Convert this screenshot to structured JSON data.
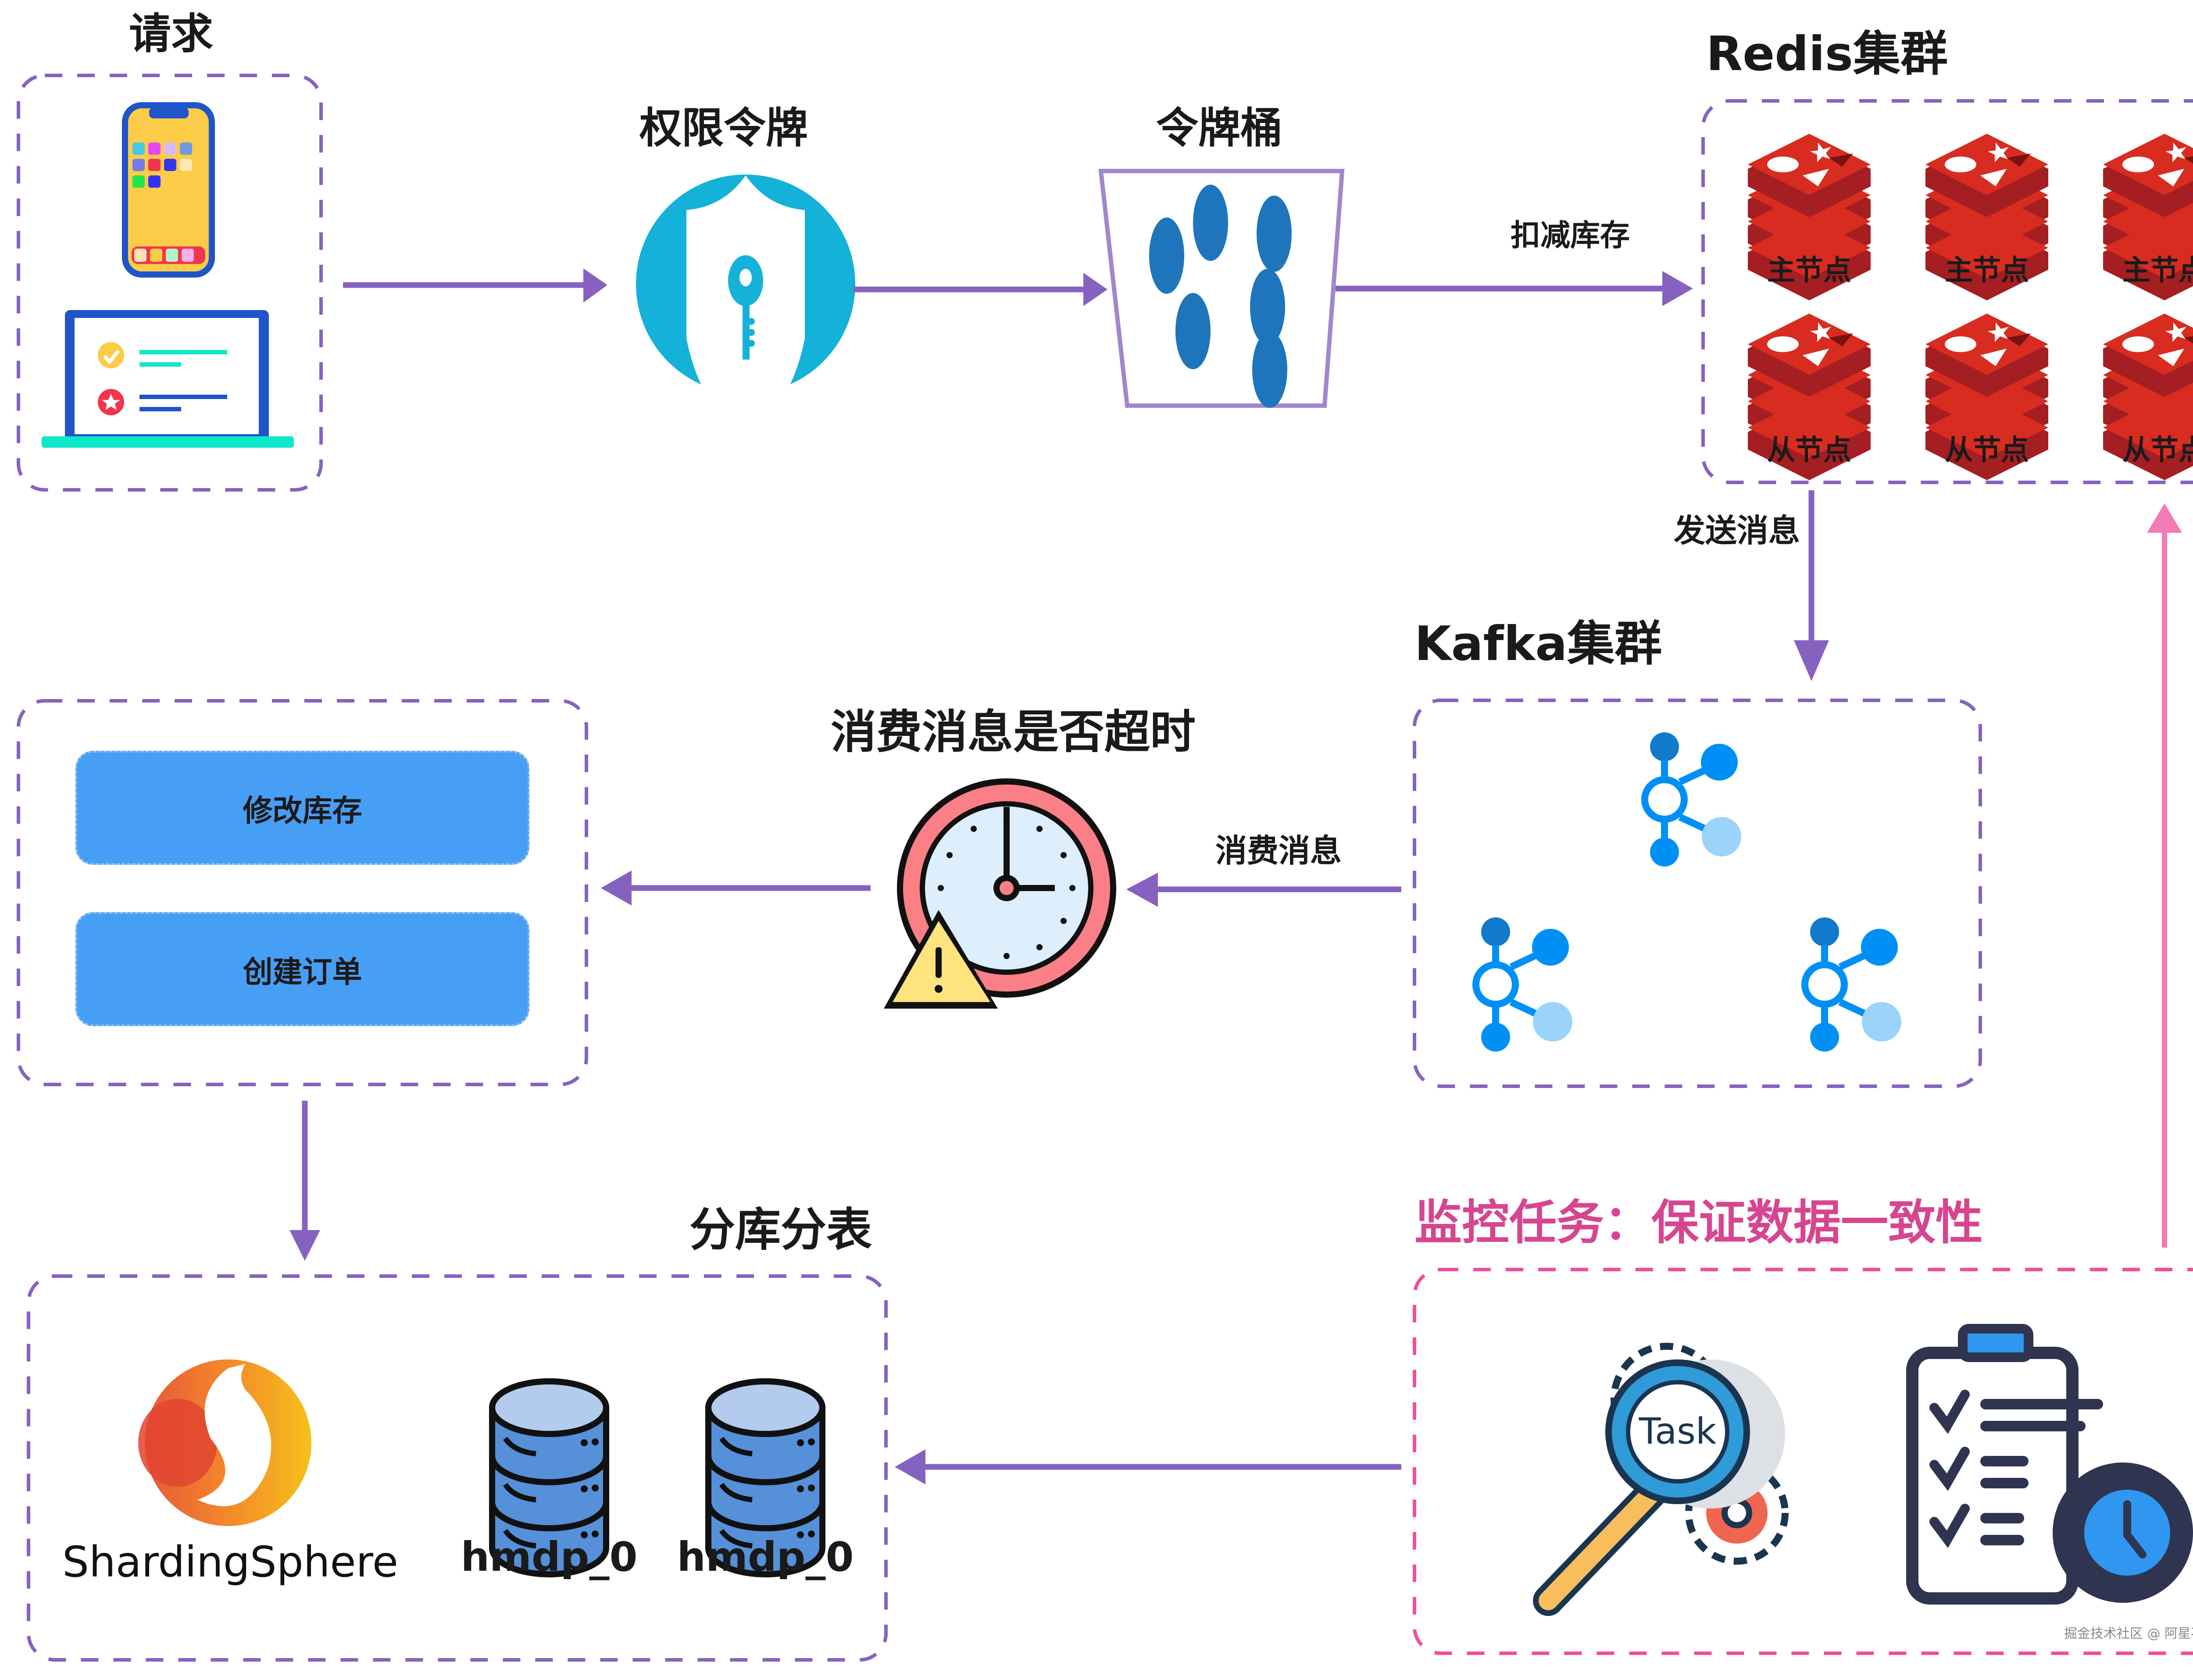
{
  "sections": {
    "request": {
      "title": "请求"
    },
    "auth_token": {
      "title": "权限令牌"
    },
    "token_bucket": {
      "title": "令牌桶"
    },
    "redis": {
      "title": "Redis集群",
      "nodes": [
        {
          "label": "主节点"
        },
        {
          "label": "主节点"
        },
        {
          "label": "主节点"
        },
        {
          "label": "从节点"
        },
        {
          "label": "从节点"
        },
        {
          "label": "从节点"
        }
      ]
    },
    "kafka": {
      "title": "Kafka集群"
    },
    "timeout_check": {
      "title": "消费消息是否超时"
    },
    "order_ops": {
      "buttons": [
        {
          "label": "修改库存"
        },
        {
          "label": "创建订单"
        }
      ]
    },
    "sharding": {
      "title": "分库分表",
      "logo_text": "ShardingSphere",
      "databases": [
        {
          "label": "hmdp_0"
        },
        {
          "label": "hmdp_0"
        }
      ]
    },
    "monitor": {
      "title": "监控任务：保证数据一致性",
      "magnifier_text": "Task"
    }
  },
  "edges": {
    "deduct_stock": "扣减库存",
    "send_message": "发送消息",
    "consume_message": "消费消息"
  },
  "colors": {
    "purple": "#8662c0",
    "pink": "#f04f9e",
    "pink_title": "#d6458f",
    "redis_red": "#d82c20",
    "kafka_blue": "#0090f5",
    "button_blue": "#479ef5",
    "shield_cyan": "#14b1d9",
    "token_blue": "#1f75bb"
  },
  "watermark": "掘金技术社区 @ 阿星不是程序员"
}
